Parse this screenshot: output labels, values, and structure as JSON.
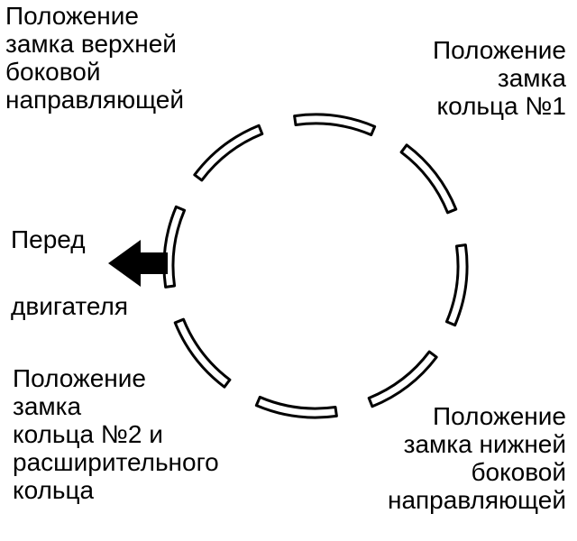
{
  "labels": {
    "top_left": [
      "Положение",
      "замка верхней",
      "боковой",
      "направляющей"
    ],
    "top_right": [
      "Положение",
      "замка",
      "кольца №1"
    ],
    "front": [
      "Перед",
      "двигателя"
    ],
    "bottom_left": [
      "Положение",
      "замка",
      "кольца №2 и",
      "расширительного",
      "кольца"
    ],
    "bottom_right": [
      "Положение",
      "замка нижней",
      "боковой",
      "направляющей"
    ]
  },
  "colors": {
    "ink": "#000000",
    "background": "#ffffff"
  },
  "icons": {
    "front_arrow": "arrow-left-icon"
  }
}
